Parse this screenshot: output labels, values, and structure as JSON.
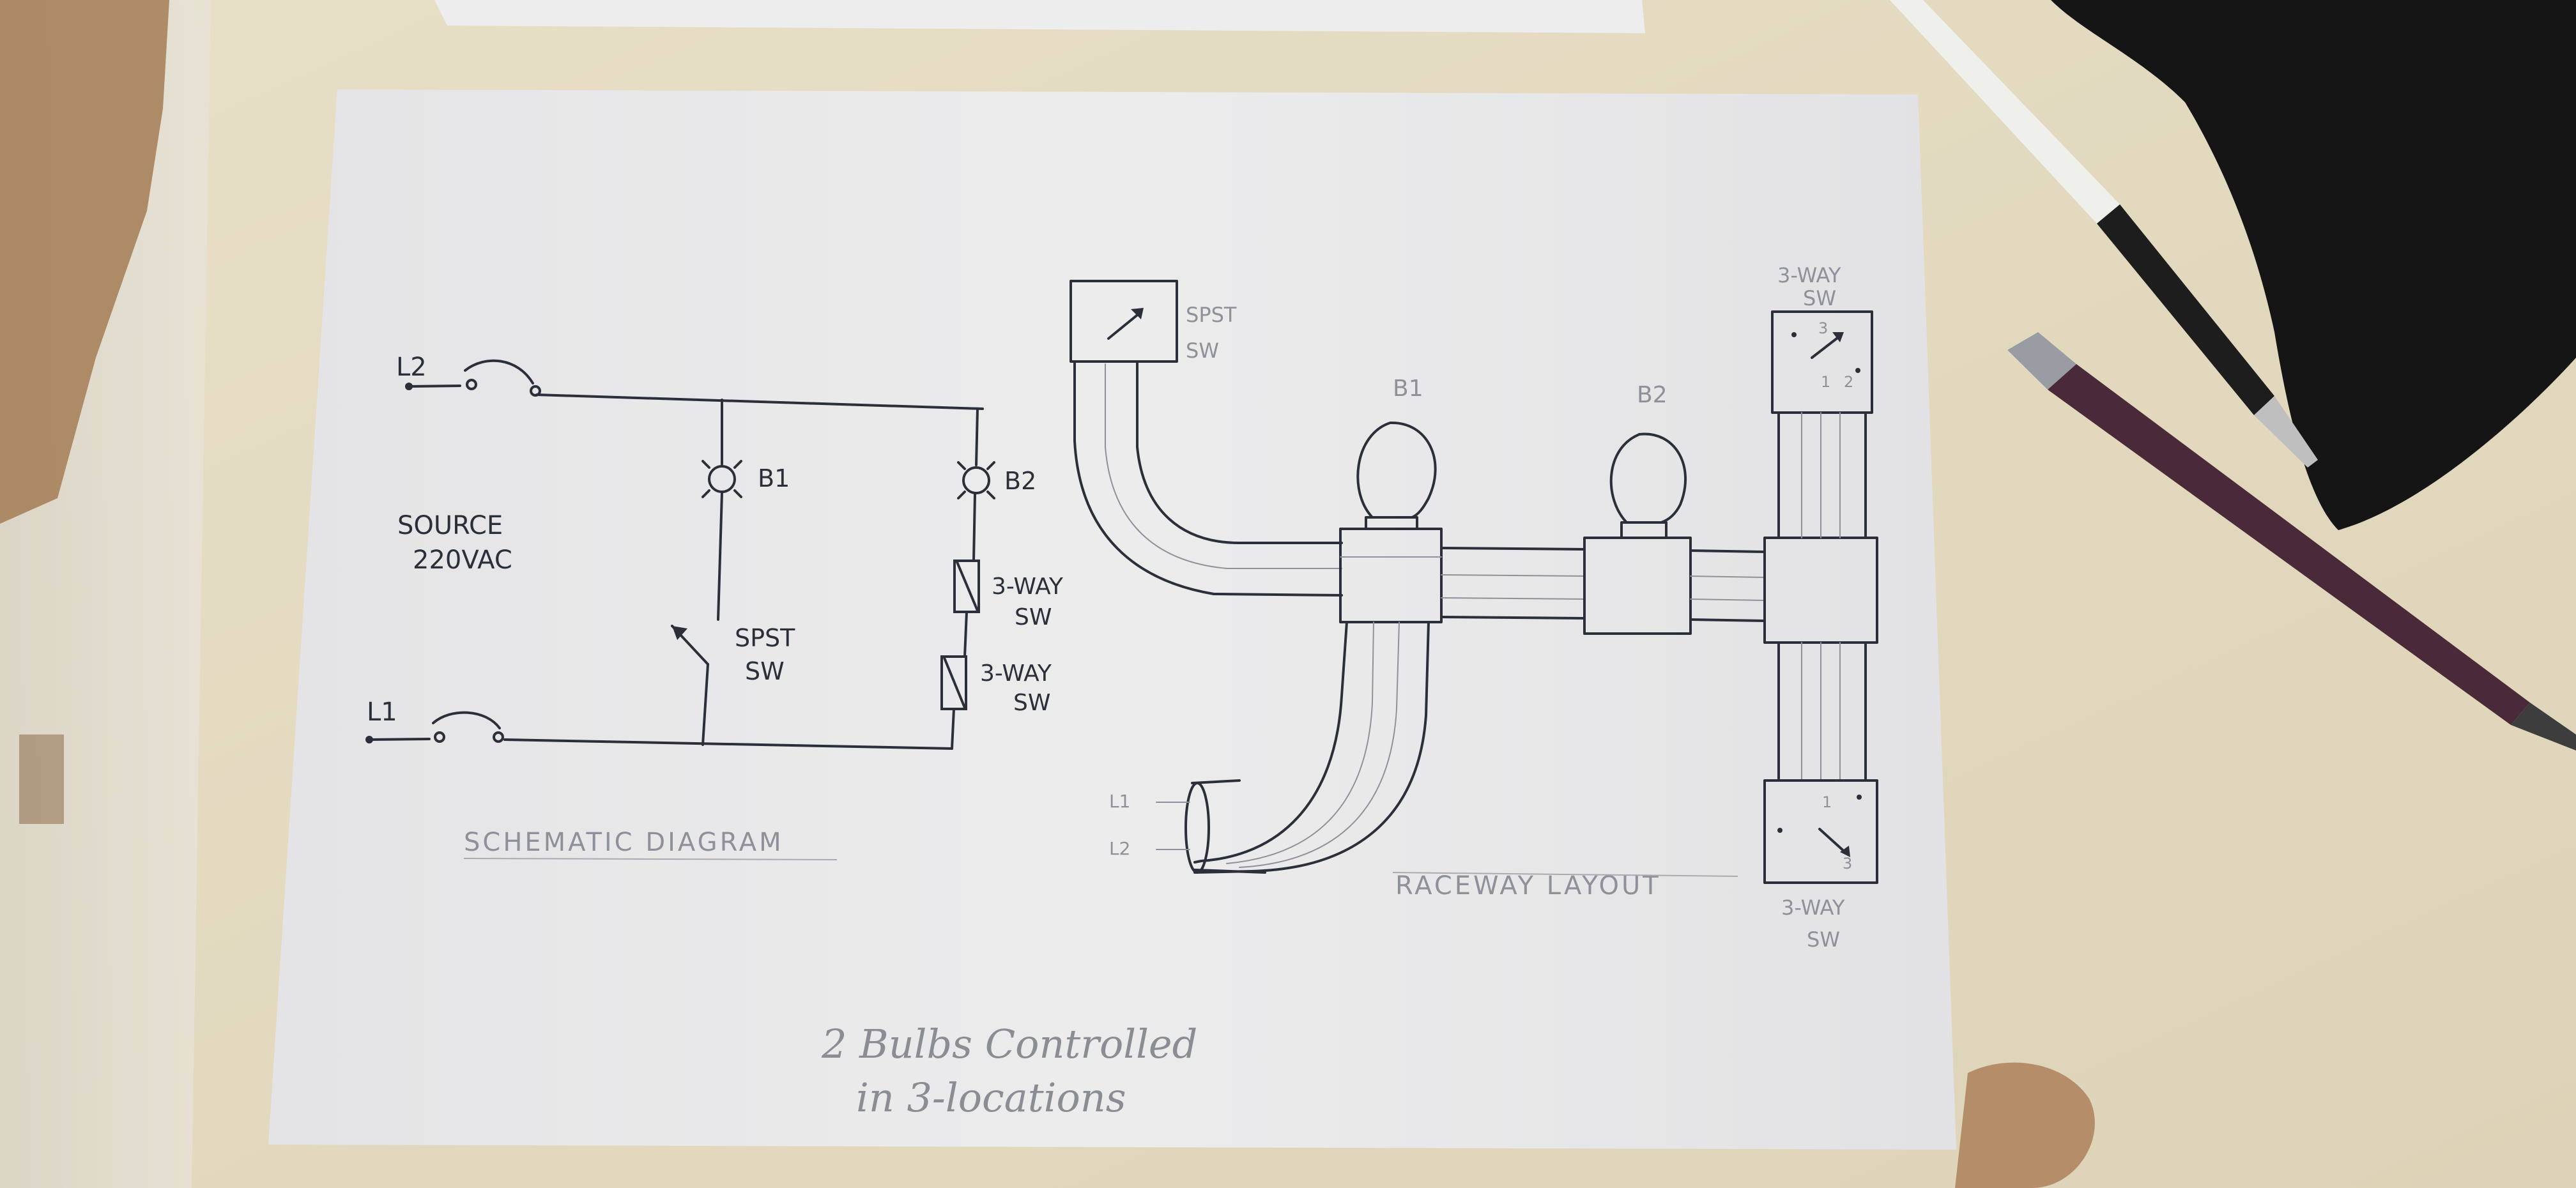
{
  "schematic": {
    "caption": "SCHEMATIC DIAGRAM",
    "source_label_line1": "SOURCE",
    "source_label_line2": "220VAC",
    "l2_label": "L2",
    "l1_label": "L1",
    "b1_label": "B1",
    "b2_label": "B2",
    "spst_label_line1": "SPST",
    "spst_label_line2": "SW",
    "threeway_a_line1": "3-WAY",
    "threeway_a_line2": "SW",
    "threeway_b_line1": "3-WAY",
    "threeway_b_line2": "SW"
  },
  "raceway": {
    "caption": "RACEWAY LAYOUT",
    "spst_label_line1": "SPST",
    "spst_label_line2": "SW",
    "b1_label": "B1",
    "b2_label": "B2",
    "top_sw_line1": "3-WAY",
    "top_sw_line2": "SW",
    "bottom_sw_line1": "3-WAY",
    "bottom_sw_line2": "SW",
    "l1_label": "L1",
    "l2_label": "L2",
    "terminal_3": "3",
    "terminal_1": "1",
    "terminal_2": "2"
  },
  "footnote": {
    "line1": "2 Bulbs Controlled",
    "line2": "in 3-locations"
  },
  "colors": {
    "desk": "#e8e1cc",
    "paper": "#e9e9ea",
    "ink": "#2b2f3a",
    "pencil": "#8e9199",
    "bag": "#151515",
    "tape": "#b08660"
  }
}
